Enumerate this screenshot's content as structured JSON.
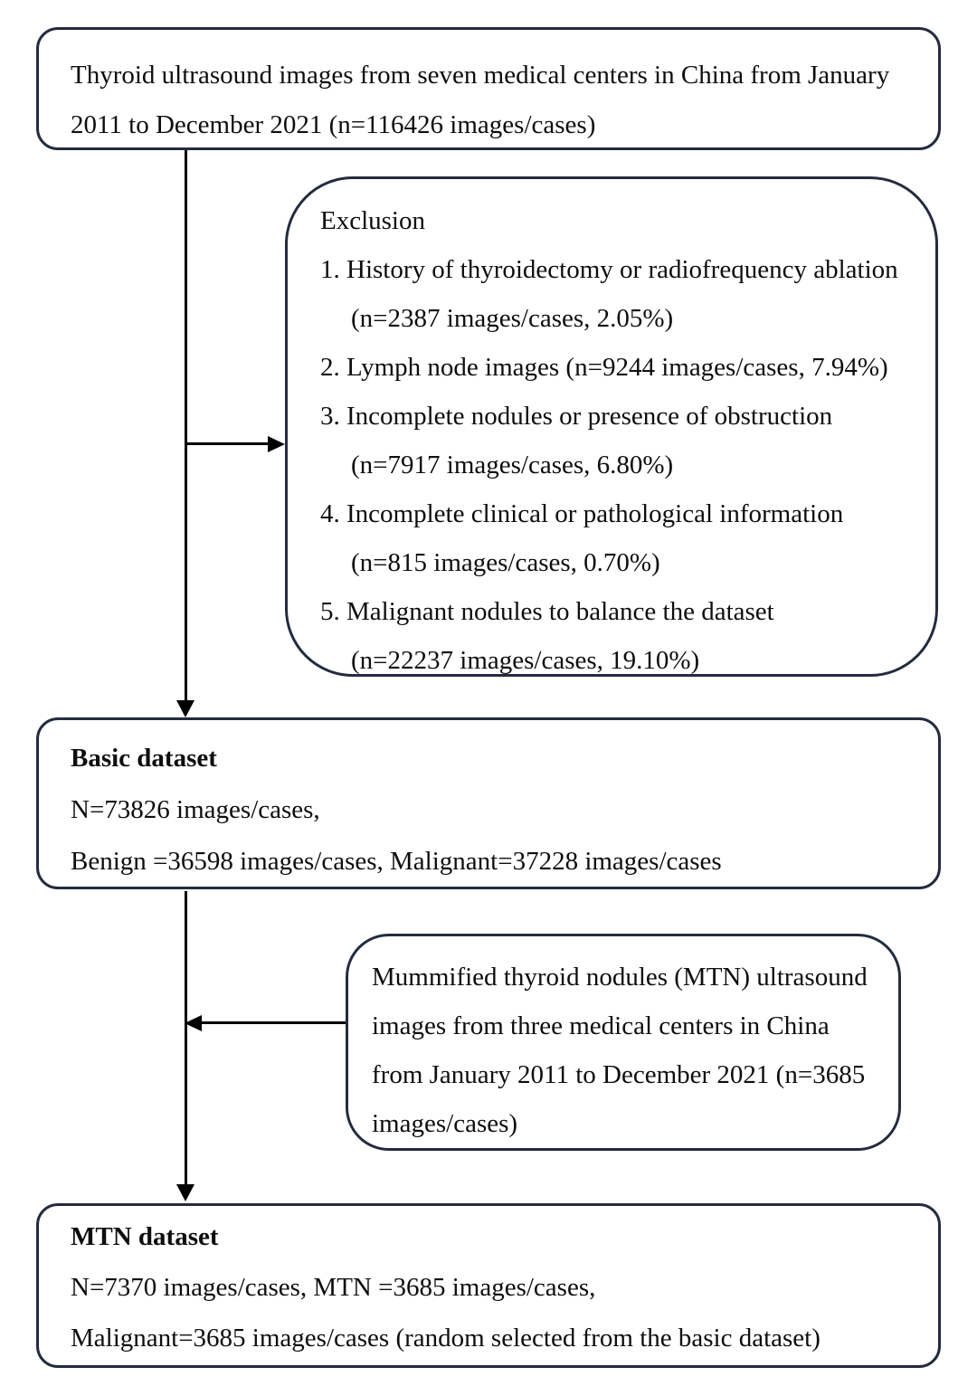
{
  "colors": {
    "background": "#ffffff",
    "box_border": "#232c3e",
    "box_fill": "#ffffff",
    "connector": "#000000",
    "text": "#0e0e0e"
  },
  "boxes": {
    "source": {
      "lines": [
        "Thyroid ultrasound images from seven medical centers in China from January",
        "2011 to December 2021 (n=116426 images/cases)"
      ]
    },
    "exclusion": {
      "title": "Exclusion",
      "lines": [
        "1. History of thyroidectomy or radiofrequency ablation",
        "(n=2387 images/cases, 2.05%)",
        "2. Lymph node images (n=9244 images/cases, 7.94%)",
        "3. Incomplete nodules or presence of obstruction",
        "(n=7917 images/cases, 6.80%)",
        "4. Incomplete clinical or pathological information",
        "(n=815 images/cases, 0.70%)",
        "5. Malignant nodules to balance the dataset",
        "(n=22237 images/cases, 19.10%)"
      ]
    },
    "basic": {
      "title": "Basic dataset",
      "lines": [
        "N=73826 images/cases,",
        "Benign =36598 images/cases, Malignant=37228 images/cases"
      ]
    },
    "mtn_source": {
      "lines": [
        "Mummified thyroid nodules (MTN) ultrasound",
        "images from three medical centers in China",
        "from January 2011 to December 2021 (n=3685",
        "images/cases)"
      ]
    },
    "mtn_dataset": {
      "title": "MTN dataset",
      "lines": [
        "N=7370 images/cases, MTN =3685 images/cases,",
        "Malignant=3685 images/cases (random selected from the basic dataset)"
      ]
    }
  }
}
